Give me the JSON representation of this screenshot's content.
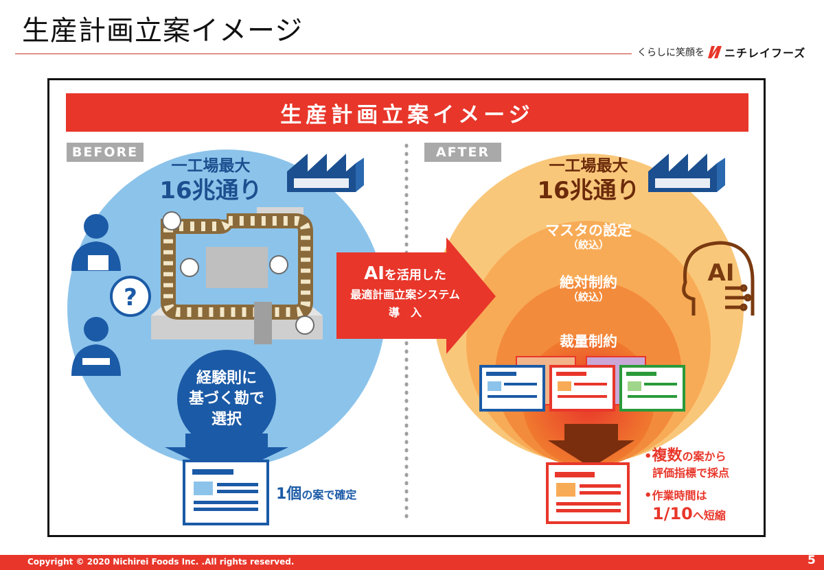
{
  "slide_title": "生産計画立案イメージ",
  "brand": {
    "tagline": "くらしに笑顔を",
    "name": "ニチレイフーズ",
    "accent": "#e8362a"
  },
  "banner_title": "生産計画立案イメージ",
  "before": {
    "tag": "BEFORE",
    "heading1": "一工場最大",
    "heading2": "16兆通り",
    "bubble": [
      "経験則に",
      "基づく勘で",
      "選択"
    ],
    "result_num": "1個",
    "result_text": "の案で確定",
    "color": "#8cc3ea"
  },
  "center_arrow": {
    "line1_ai": "AI",
    "line1_rest": "を活用した",
    "line2": "最適計画立案システム",
    "line3": "導　入"
  },
  "after": {
    "tag": "AFTER",
    "heading1": "一工場最大",
    "heading2": "16兆通り",
    "ring1_label": "マスタの設定",
    "ring1_sub": "（絞込）",
    "ring2_label": "絶対制約",
    "ring2_sub": "（絞込）",
    "ring3_label": "裁量制約",
    "ai_label": "AI",
    "bullet1_strong": "複数",
    "bullet1_rest": "の案から",
    "bullet1_line2": "評価指標で採点",
    "bullet2_line1": "作業時間は",
    "bullet2_strong": "1/10",
    "bullet2_rest": "へ短縮",
    "bullet_mark": "•"
  },
  "footer": {
    "copyright": "Copyright  © 2020 Nichirei Foods Inc. .All rights reserved.",
    "page": "5"
  }
}
